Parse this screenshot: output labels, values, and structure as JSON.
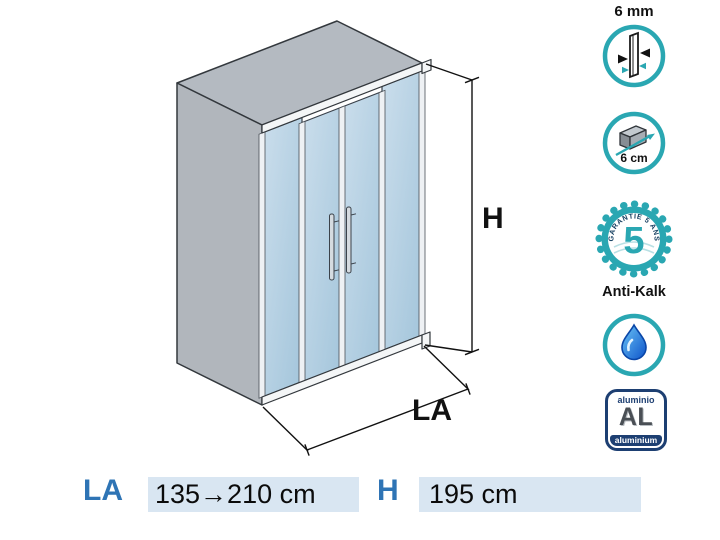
{
  "diagram": {
    "height_label": "H",
    "width_label": "LA"
  },
  "badges": {
    "glass_thickness": {
      "label": "6 mm"
    },
    "profile_extension": {
      "label": "6 cm"
    },
    "warranty": {
      "arc_text": "GARANTIE 5 ANS",
      "number": "5",
      "caption": "Anti-Kalk"
    },
    "aluminium": {
      "top_label": "aluminio",
      "abbreviation": "AL",
      "bottom_label": "aluminium"
    }
  },
  "dimensions": {
    "width": {
      "label": "LA",
      "value": "135→210 cm"
    },
    "height": {
      "label": "H",
      "value": "195 cm"
    }
  },
  "colors": {
    "badge_teal": "#2aa7b2",
    "dimension_label_blue": "#2e74b5",
    "dimension_value_bg": "#d9e6f2",
    "glass_blue": "#b5d1e4",
    "wall_gray": "#b1b6bc",
    "water_drop_blue": "#0d53c9",
    "aluminium_navy": "#1d3f72"
  }
}
